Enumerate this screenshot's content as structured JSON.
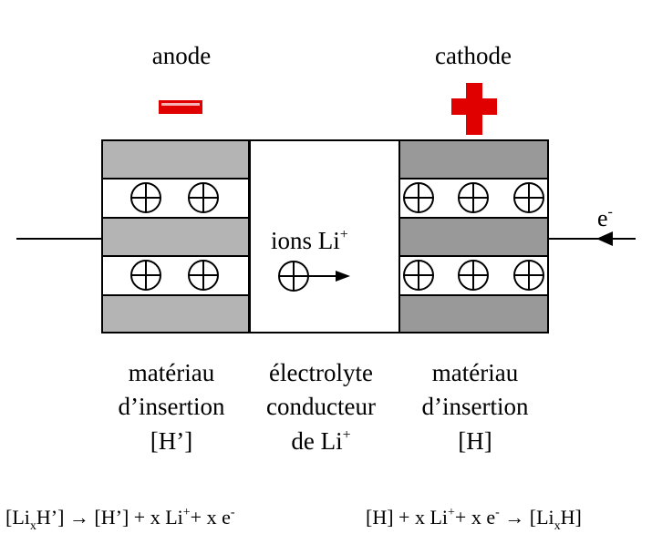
{
  "labels": {
    "anode": "anode",
    "cathode": "cathode",
    "electron": "e",
    "electron_sup": "-",
    "ions": "ions Li",
    "ions_sup": "+"
  },
  "captions": {
    "left": {
      "line1": "matériau",
      "line2": "d’insertion",
      "line3": "[H’]"
    },
    "middle": {
      "line1": "électrolyte",
      "line2": "conducteur",
      "line3_base": "de Li",
      "line3_sup": "+"
    },
    "right": {
      "line1": "matériau",
      "line2": "d’insertion",
      "line3": "[H]"
    }
  },
  "equations": {
    "left": {
      "p1": "[Li",
      "sub1": "x",
      "p2": "H’] → [H’] + x Li",
      "sup1": "+",
      "p3": "+ x e",
      "sup2": "-"
    },
    "right": {
      "p1": "[H] + x Li",
      "sup1": "+",
      "p2": "+ x e",
      "sup2": "-",
      "p3": " → [Li",
      "sub1": "x",
      "p4": "H]"
    }
  },
  "colors": {
    "negative_sign": "#e00000",
    "positive_sign": "#e00000",
    "anode_gray": "#b4b4b4",
    "cathode_gray": "#999999"
  }
}
